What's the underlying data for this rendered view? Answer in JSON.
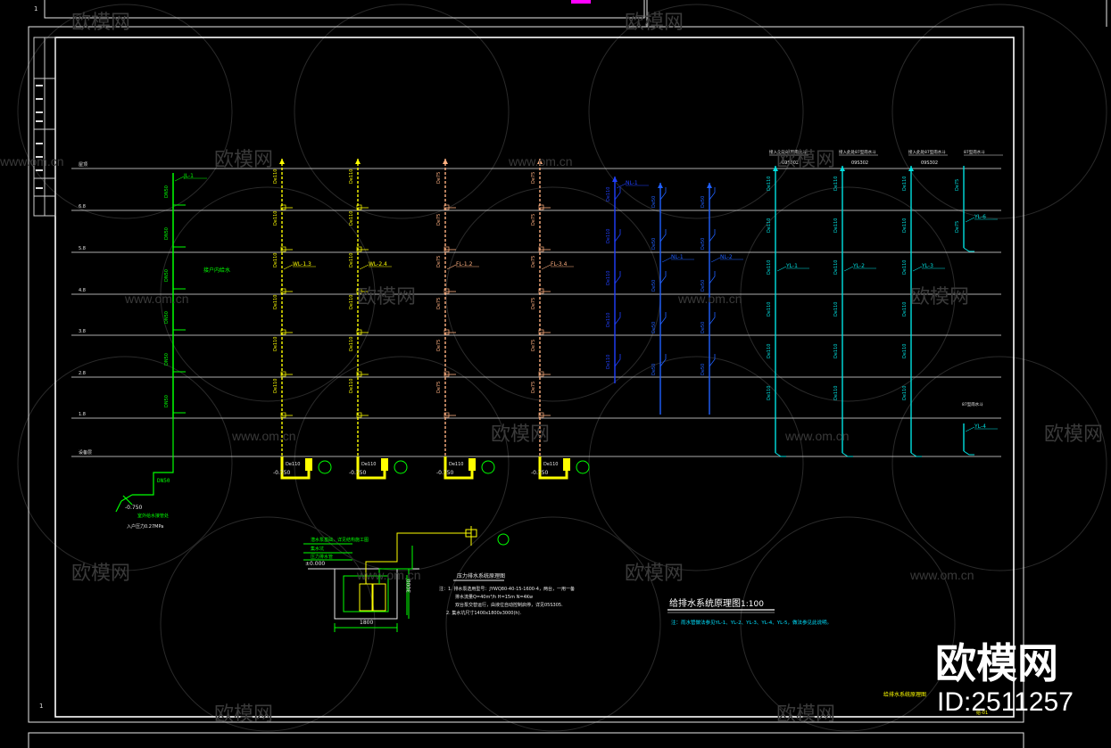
{
  "drawing": {
    "sheet_no_top": "1",
    "sheet_no_bottom": "1",
    "title": "给排水系统原理图",
    "scale": "1:100",
    "note": "注：雨水管做法参见YL-1、YL-2、YL-3、YL-4、YL-5，做法参见此说明。",
    "title_block_label": "给排水系统原理图",
    "title_block_code": "给-01",
    "floor_levels": [
      "屋顶",
      "6.8",
      "5.8",
      "4.8",
      "3.8",
      "2.8",
      "1.8",
      "设备层"
    ],
    "risers": [
      {
        "id": "JL-1",
        "color": "#00ff00",
        "label": "接户内给水",
        "pipe": "DN50"
      },
      {
        "id": "WL-1.3",
        "color": "#ffff00",
        "pipe": "De110"
      },
      {
        "id": "WL-2.4",
        "color": "#ffff00",
        "pipe": "De110"
      },
      {
        "id": "FL-1.2",
        "color": "#ffb080",
        "pipe": "De75"
      },
      {
        "id": "FL-3.4",
        "color": "#ffb080",
        "pipe": "De75"
      },
      {
        "id": "NL-1",
        "color": "#2040ff",
        "pipe": "De110"
      },
      {
        "id": "NL-1",
        "color": "#2060ff",
        "pipe": "De50"
      },
      {
        "id": "NL-2",
        "color": "#2060ff",
        "pipe": "De50"
      },
      {
        "id": "YL-1",
        "color": "#00e0e0",
        "pipe": "De110"
      },
      {
        "id": "YL-2",
        "color": "#00e0e0",
        "pipe": "De110"
      },
      {
        "id": "YL-3",
        "color": "#00e0e0",
        "pipe": "De110"
      },
      {
        "id": "YL-6",
        "color": "#00e0e0",
        "pipe": "De75"
      },
      {
        "id": "YL-4",
        "color": "#00e0e0",
        "pipe": "De75"
      }
    ],
    "roof_notes": [
      "接入此处87型雨水斗",
      "接入此处87型雨水斗",
      "接入此处87型雨水斗",
      "87型雨水斗"
    ],
    "roof_codes": [
      "09S302",
      "09S302",
      "09S302"
    ],
    "base_level": "-0.750",
    "supply_note": "室外给水接管处",
    "pressure": "入户压力0.27MPa",
    "pit_notes": [
      "潜水泵基础，详见结构施工图",
      "集水坑",
      "压力排水管"
    ],
    "pit_level": "±0.000",
    "pit_width": "1800",
    "pit_depth": "3000",
    "pump_heading": "压力排水系统原理图",
    "pump_notes": [
      "注：1. 排水泵选用型号：JYWQ80-40-15-1600-4，两台，一用一备",
      "排水流量Q=40m³/h  H=15m  N=4Kw",
      "双台泵交替运行，由液位自动控制启停，详见05S305.",
      "2. 集水坑尺寸1400x1800x3000(h)."
    ]
  },
  "watermark": {
    "brand": "欧模网",
    "url": "www.om.cn",
    "id_text": "ID:2511257"
  }
}
